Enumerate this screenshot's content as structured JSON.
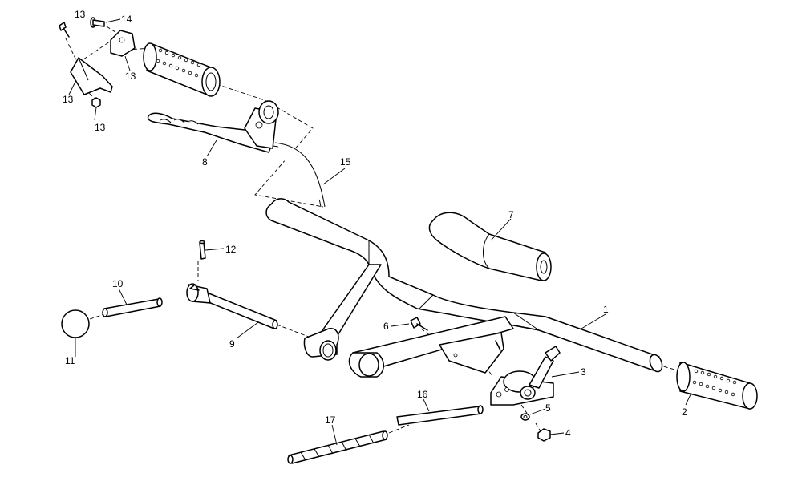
{
  "diagram": {
    "callouts": [
      {
        "id": "c1",
        "label": "1"
      },
      {
        "id": "c2",
        "label": "2"
      },
      {
        "id": "c3",
        "label": "3"
      },
      {
        "id": "c4",
        "label": "4"
      },
      {
        "id": "c5",
        "label": "5"
      },
      {
        "id": "c6",
        "label": "6"
      },
      {
        "id": "c7",
        "label": "7"
      },
      {
        "id": "c8",
        "label": "8"
      },
      {
        "id": "c9",
        "label": "9"
      },
      {
        "id": "c10",
        "label": "10"
      },
      {
        "id": "c11",
        "label": "11"
      },
      {
        "id": "c12",
        "label": "12"
      },
      {
        "id": "c13a",
        "label": "13"
      },
      {
        "id": "c13b",
        "label": "13"
      },
      {
        "id": "c13c",
        "label": "13"
      },
      {
        "id": "c13d",
        "label": "13"
      },
      {
        "id": "c14",
        "label": "14"
      },
      {
        "id": "c15",
        "label": "15"
      },
      {
        "id": "c16",
        "label": "16"
      },
      {
        "id": "c17",
        "label": "17"
      }
    ]
  }
}
